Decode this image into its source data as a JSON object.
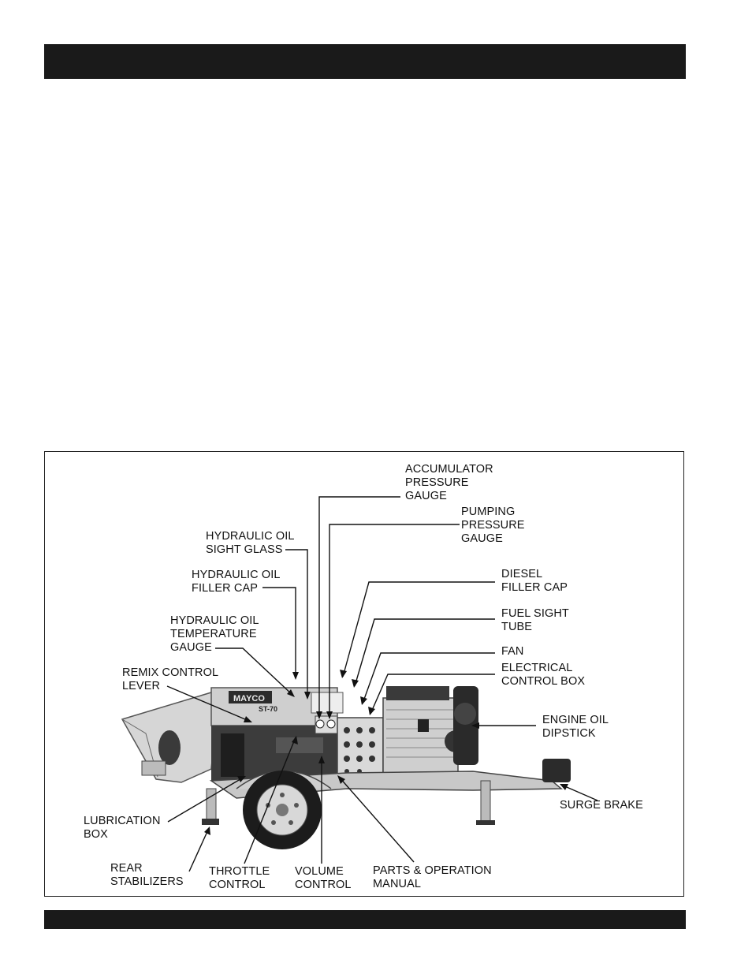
{
  "labels": {
    "accumulator_pressure_gauge": "ACCUMULATOR\nPRESSURE\nGAUGE",
    "pumping_pressure_gauge": "PUMPING\nPRESSURE\nGAUGE",
    "hydraulic_oil_sight_glass": "HYDRAULIC OIL\nSIGHT GLASS",
    "hydraulic_oil_filler_cap": "HYDRAULIC OIL\nFILLER CAP",
    "hydraulic_oil_temperature_gauge": "HYDRAULIC OIL\nTEMPERATURE\nGAUGE",
    "diesel_filler_cap": "DIESEL\nFILLER CAP",
    "fuel_sight_tube": "FUEL SIGHT\nTUBE",
    "fan": "FAN",
    "electrical_control_box": "ELECTRICAL\nCONTROL BOX",
    "remix_control_lever": "REMIX CONTROL\nLEVER",
    "engine_oil_dipstick": "ENGINE OIL\nDIPSTICK",
    "surge_brake": "SURGE BRAKE",
    "lubrication_box": "LUBRICATION\nBOX",
    "rear_stabilizers": "REAR\nSTABILIZERS",
    "throttle_control": "THROTTLE\nCONTROL",
    "volume_control": "VOLUME\nCONTROL",
    "parts_operation_manual": "PARTS & OPERATION\nMANUAL"
  },
  "machine": {
    "brand": "MAYCO",
    "model": "ST-70"
  }
}
